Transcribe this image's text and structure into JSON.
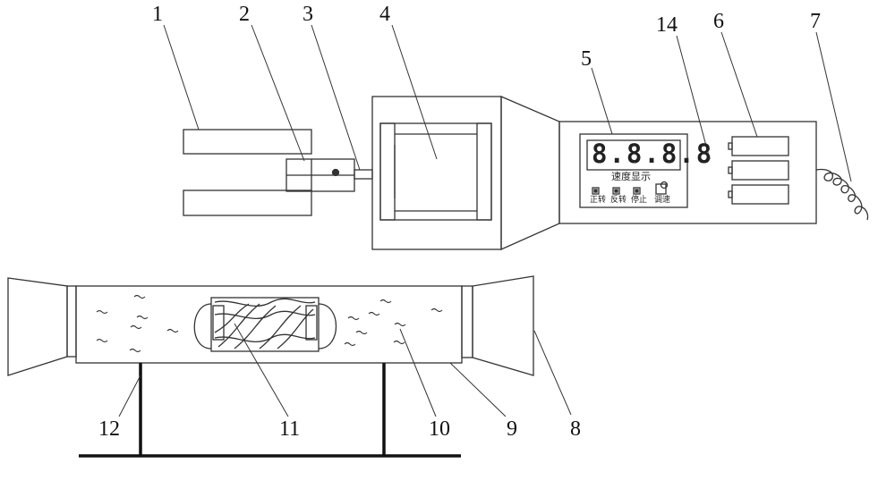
{
  "labels": {
    "n1": "1",
    "n2": "2",
    "n3": "3",
    "n4": "4",
    "n5": "5",
    "n6": "6",
    "n7": "7",
    "n8": "8",
    "n9": "9",
    "n10": "10",
    "n11": "11",
    "n12": "12",
    "n14": "14"
  },
  "panel": {
    "display_digits": "8.8.8.8",
    "speed_display": "速度显示",
    "forward": "正转",
    "reverse": "反转",
    "stop": "停止",
    "speed_adjust": "调速"
  }
}
